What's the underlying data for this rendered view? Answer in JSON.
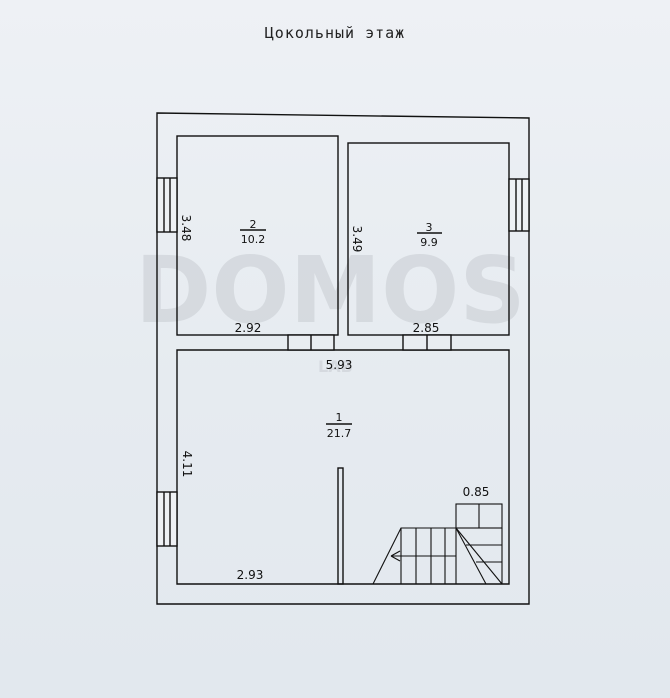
{
  "title": "Цокольный этаж",
  "watermark": {
    "main": "DOMOS",
    "sub": "LAB"
  },
  "rooms": [
    {
      "id": "1",
      "area": "21.7"
    },
    {
      "id": "2",
      "area": "10.2"
    },
    {
      "id": "3",
      "area": "9.9"
    }
  ],
  "dimensions": {
    "room2_height": "3.48",
    "room2_width": "2.92",
    "room3_height": "3.49",
    "room3_width": "2.85",
    "total_width": "5.93",
    "room1_height": "4.11",
    "room1_width": "2.93",
    "stair_width": "0.85"
  }
}
